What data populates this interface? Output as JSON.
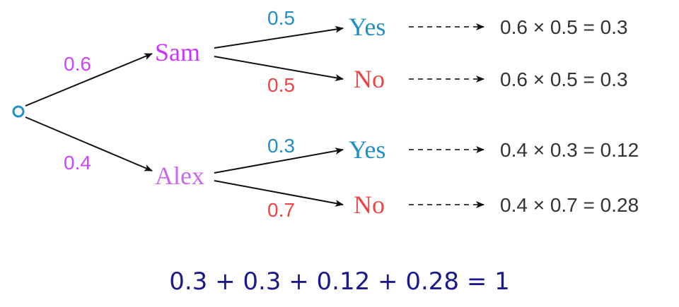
{
  "colors": {
    "sam": "#cc33ff",
    "alex": "#cc66ee",
    "yes": "#1f8fc6",
    "no": "#ee4444",
    "prob_first": "#cc44ff",
    "prob_yes": "#1f8fc6",
    "prob_no": "#ee4444",
    "calc": "#333333",
    "total": "#1a1a8c",
    "root": "#1f8fc6",
    "arrow": "#111111"
  },
  "root": {
    "icon": "circle-icon"
  },
  "branches": {
    "sam": {
      "label": "Sam",
      "prob": "0.6",
      "yes": {
        "label": "Yes",
        "prob": "0.5",
        "calc": "0.6 × 0.5 = 0.3"
      },
      "no": {
        "label": "No",
        "prob": "0.5",
        "calc": "0.6 × 0.5 = 0.3"
      }
    },
    "alex": {
      "label": "Alex",
      "prob": "0.4",
      "yes": {
        "label": "Yes",
        "prob": "0.3",
        "calc": "0.4 × 0.3 = 0.12"
      },
      "no": {
        "label": "No",
        "prob": "0.7",
        "calc": "0.4 × 0.7 = 0.28"
      }
    }
  },
  "total": "0.3 + 0.3 + 0.12 + 0.28 = 1"
}
